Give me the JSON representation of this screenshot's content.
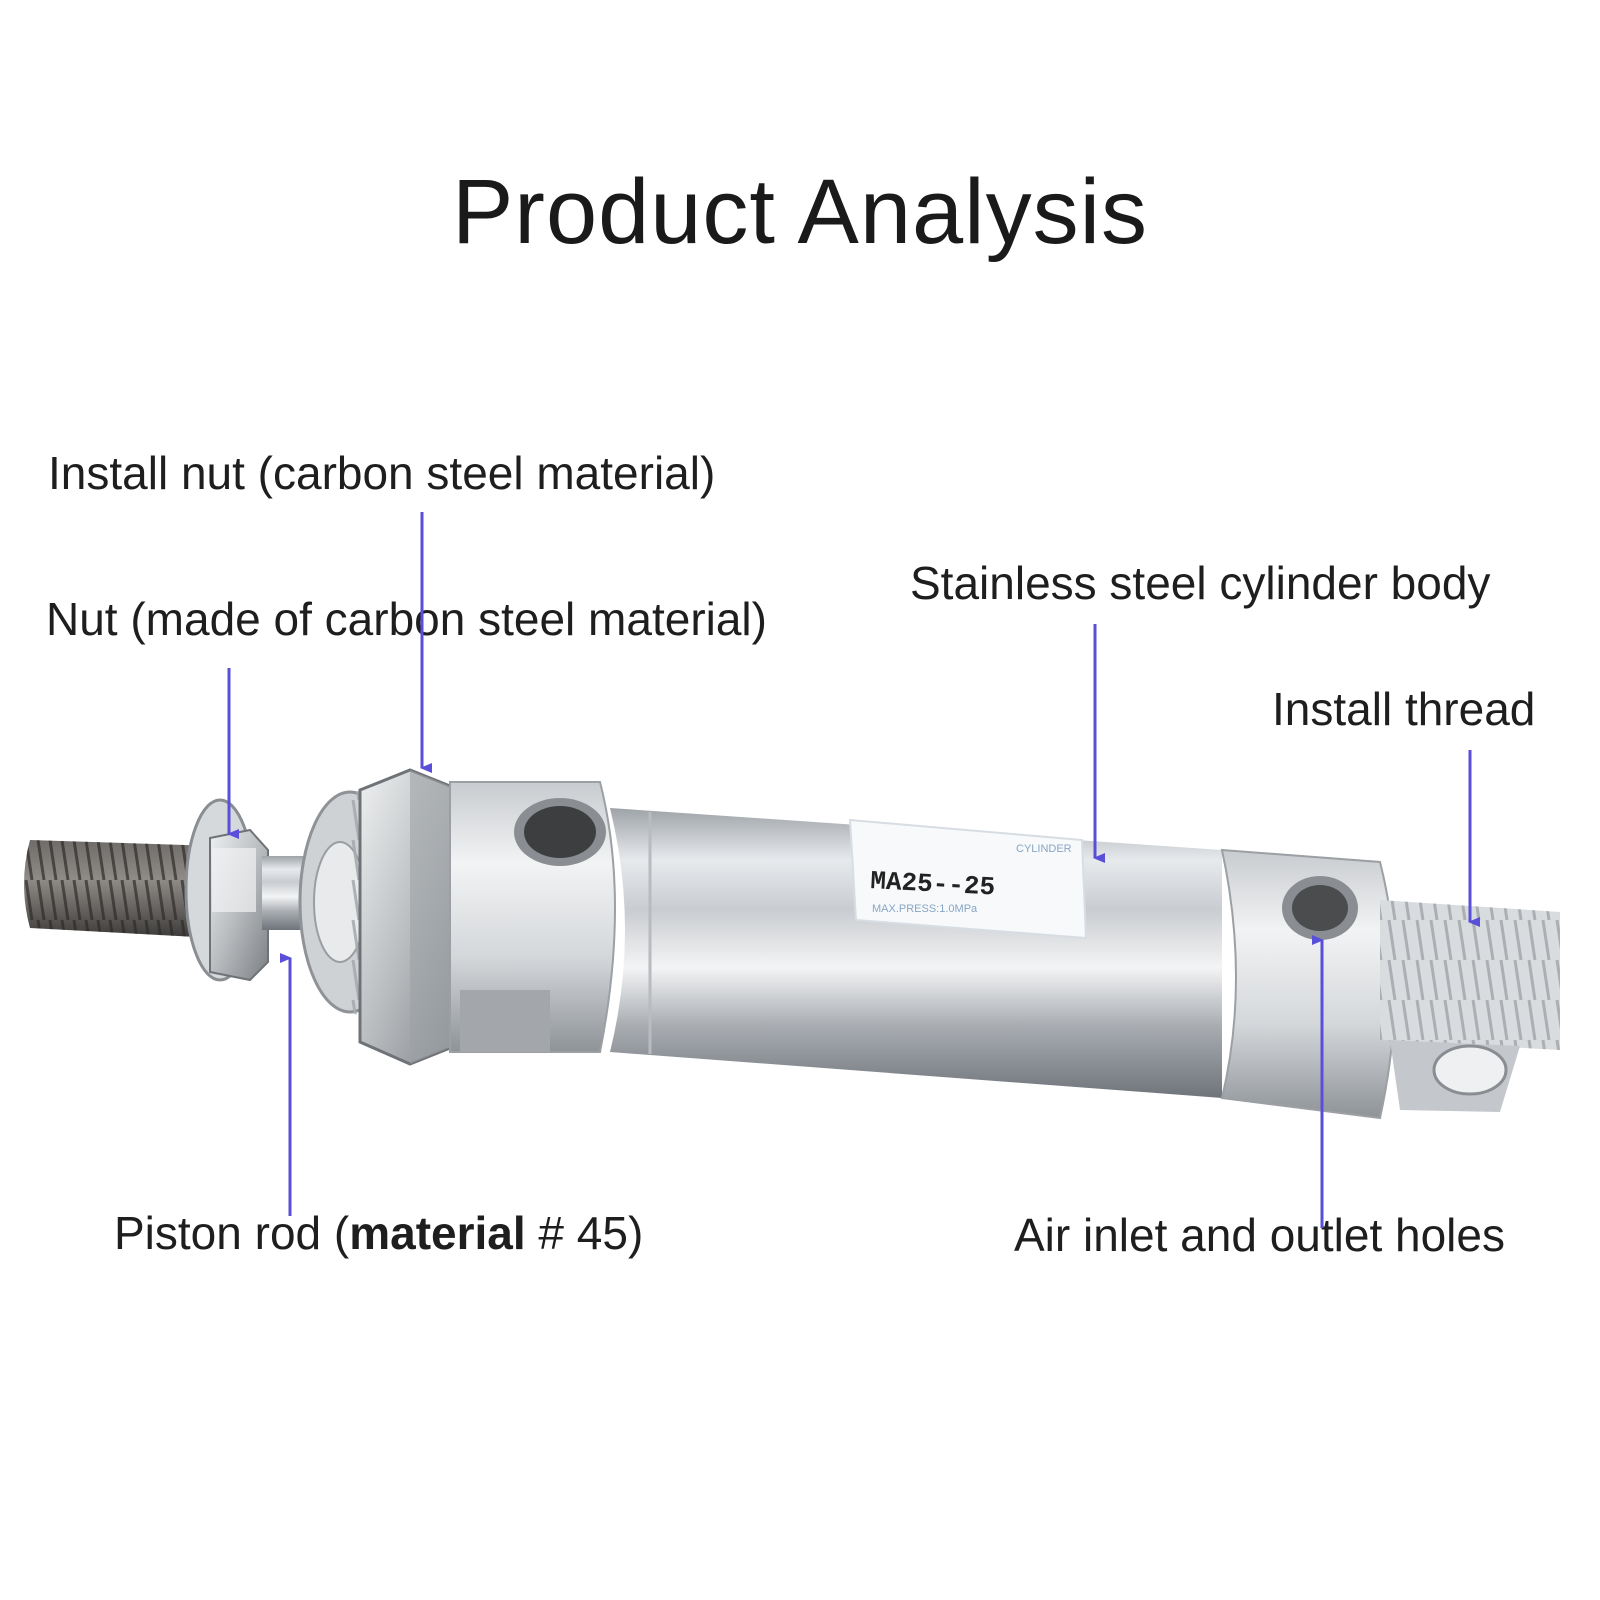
{
  "title": "Product Analysis",
  "labels": {
    "install_nut": "Install nut (carbon steel material)",
    "nut": "Nut (made of carbon steel material)",
    "cylinder_body": "Stainless steel cylinder body",
    "install_thread": "Install thread",
    "piston_rod_prefix": "Piston rod (",
    "piston_rod_bold": "material",
    "piston_rod_suffix": " # 45)",
    "air_holes": "Air inlet and outlet holes"
  },
  "sticker": {
    "brand": "CYLINDER",
    "model": "MA25--25",
    "pressure": "MAX.PRESS:1.0MPa"
  },
  "colors": {
    "arrow": "#5a4fd8",
    "steel_light": "#e9ecef",
    "steel_dark": "#8d9298",
    "thread_dark": "#4a4846"
  }
}
